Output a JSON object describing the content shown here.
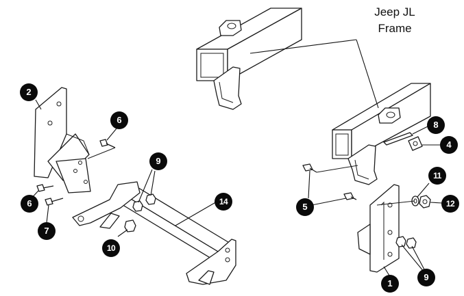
{
  "title": {
    "line1": "Jeep JL",
    "line2": "Frame"
  },
  "callouts": {
    "c1": "1",
    "c2": "2",
    "c4": "4",
    "c5": "5",
    "c6a": "6",
    "c6b": "6",
    "c7": "7",
    "c8": "8",
    "c9a": "9",
    "c9b": "9",
    "c10": "10",
    "c11": "11",
    "c12": "12",
    "c14": "14"
  },
  "colors": {
    "line": "#1a1a1a",
    "callout_fill": "#0a0a0a",
    "callout_text": "#ffffff",
    "background": "#ffffff"
  }
}
